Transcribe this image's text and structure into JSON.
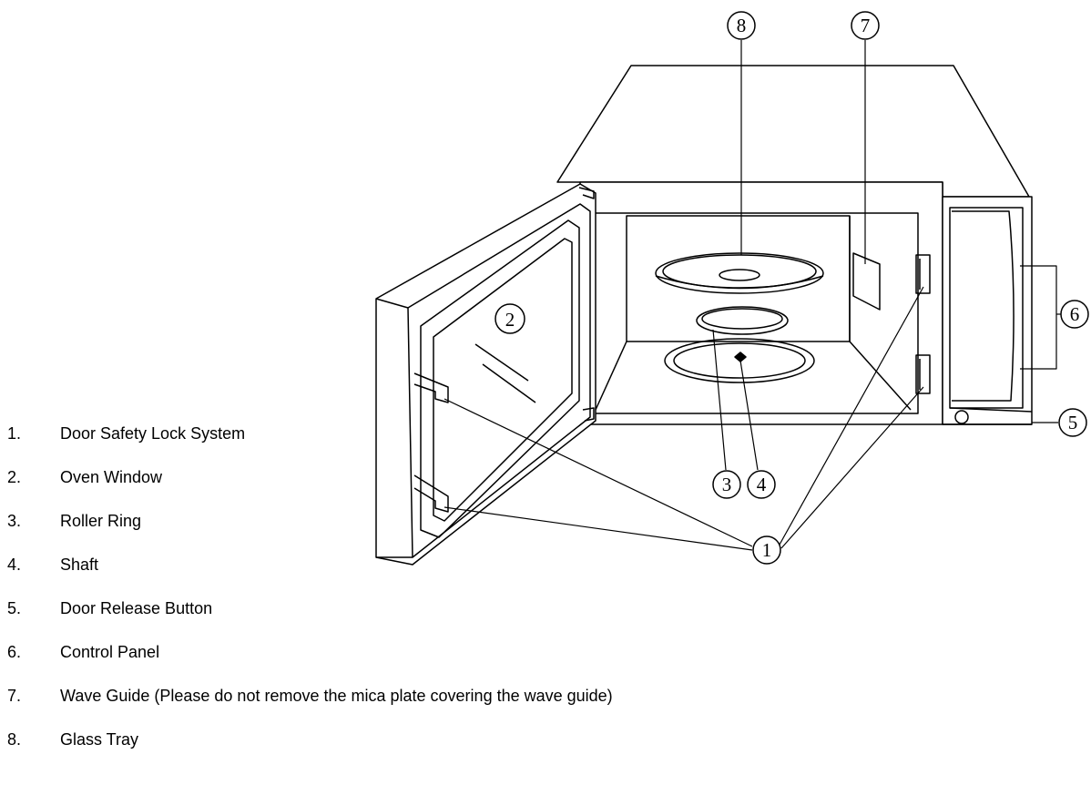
{
  "diagram": {
    "callouts": [
      {
        "number": "1",
        "symbol": "①"
      },
      {
        "number": "2",
        "symbol": "②"
      },
      {
        "number": "3",
        "symbol": "③"
      },
      {
        "number": "4",
        "symbol": "④"
      },
      {
        "number": "5",
        "symbol": "⑤"
      },
      {
        "number": "6",
        "symbol": "⑥"
      },
      {
        "number": "7",
        "symbol": "⑦"
      },
      {
        "number": "8",
        "symbol": "⑧"
      }
    ]
  },
  "parts": [
    {
      "number": "1.",
      "label": "Door Safety Lock System"
    },
    {
      "number": "2.",
      "label": "Oven Window"
    },
    {
      "number": "3.",
      "label": "Roller Ring"
    },
    {
      "number": "4.",
      "label": "Shaft"
    },
    {
      "number": "5.",
      "label": "Door Release Button"
    },
    {
      "number": "6.",
      "label": "Control Panel"
    },
    {
      "number": "7.",
      "label": "Wave Guide (Please do not remove the mica plate covering the wave guide)"
    },
    {
      "number": "8.",
      "label": "Glass Tray"
    }
  ]
}
